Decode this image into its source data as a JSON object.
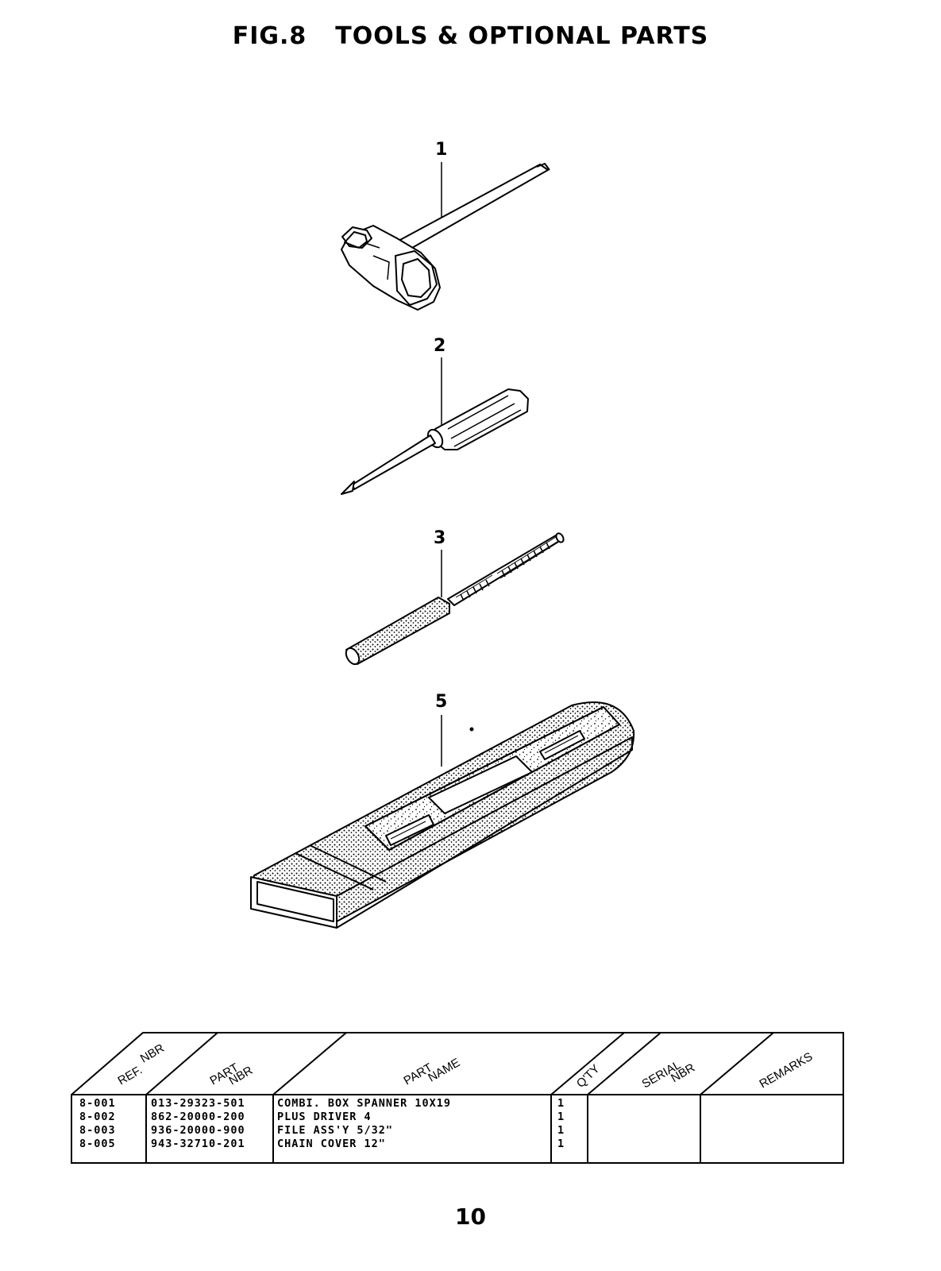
{
  "page": {
    "figure_label": "FIG.8",
    "title": "TOOLS & OPTIONAL PARTS",
    "page_number": "10"
  },
  "callouts": [
    "1",
    "2",
    "3",
    "5"
  ],
  "parts_table": {
    "headers": {
      "ref_nbr": [
        "REF.",
        "NBR"
      ],
      "part_nbr": [
        "PART",
        "NBR"
      ],
      "part_name": [
        "PART",
        "NAME"
      ],
      "qty": [
        "Q'TY"
      ],
      "serial_nbr": [
        "SERIAL",
        "NBR"
      ],
      "remarks": [
        "REMARKS"
      ]
    },
    "rows": [
      {
        "ref": "8-001",
        "part_nbr": "013-29323-501",
        "name": "COMBI. BOX SPANNER 10X19",
        "qty": "1",
        "serial": "",
        "remarks": ""
      },
      {
        "ref": "8-002",
        "part_nbr": "862-20000-200",
        "name": "PLUS DRIVER 4",
        "qty": "1",
        "serial": "",
        "remarks": ""
      },
      {
        "ref": "8-003",
        "part_nbr": "936-20000-900",
        "name": "FILE ASS'Y 5/32\"",
        "qty": "1",
        "serial": "",
        "remarks": ""
      },
      {
        "ref": "8-005",
        "part_nbr": "943-32710-201",
        "name": "CHAIN COVER 12\"",
        "qty": "1",
        "serial": "",
        "remarks": ""
      }
    ]
  }
}
